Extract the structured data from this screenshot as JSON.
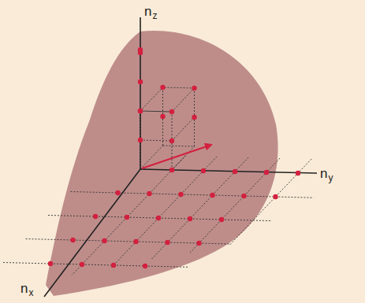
{
  "diagram": {
    "labels": [
      "n",
      "z",
      "n",
      "y",
      "n",
      "x"
    ]
  }
}
